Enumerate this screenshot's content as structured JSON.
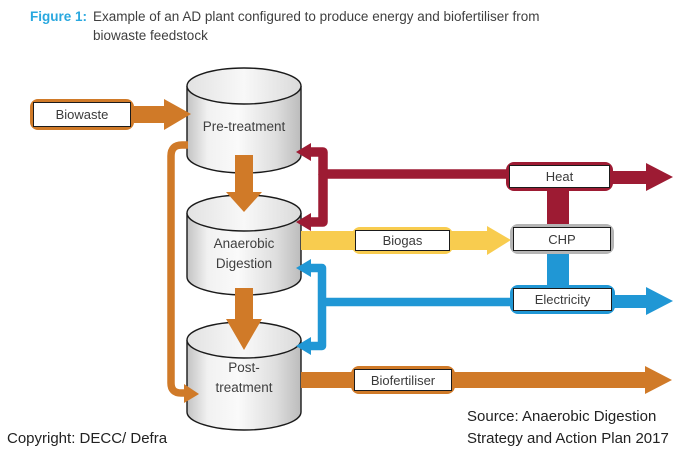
{
  "figure": {
    "label": "Figure 1:",
    "caption_line1": "Example of an AD plant configured to produce energy and biofertiliser from",
    "caption_line2": "biowaste feedstock"
  },
  "diagram": {
    "cylinders": {
      "pretreatment": {
        "label": "Pre-treatment"
      },
      "anaerobic_digestion": {
        "line1": "Anaerobic",
        "line2": "Digestion"
      },
      "posttreatment": {
        "line1": "Post-",
        "line2": "treatment"
      }
    },
    "flow_labels": {
      "biowaste": "Biowaste",
      "biogas": "Biogas",
      "heat": "Heat",
      "chp": "CHP",
      "electricity": "Electricity",
      "biofertiliser": "Biofertiliser"
    },
    "colors": {
      "biowaste_orange": "#d07a28",
      "heat_maroon": "#9d1b33",
      "biogas_yellow": "#f8cc4f",
      "electricity_blue": "#2097d5",
      "chp_grey": "#b5b5b5",
      "figure_label_blue": "#29a8df"
    }
  },
  "footer": {
    "copyright": "Copyright: DECC/ Defra",
    "source_line1": "Source: Anaerobic Digestion",
    "source_line2": "Strategy and Action Plan 2017"
  }
}
